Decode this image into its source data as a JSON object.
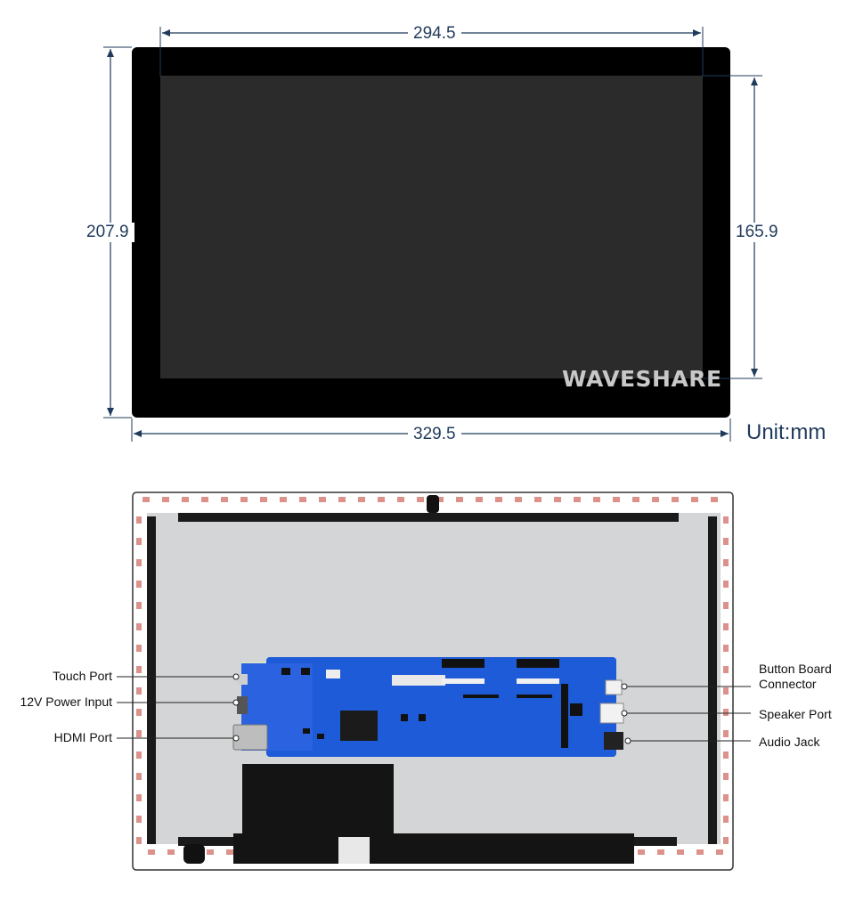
{
  "front_view": {
    "dims": {
      "width_display": "294.5",
      "width_total": "329.5",
      "height_total": "207.9",
      "height_display": "165.9"
    },
    "unit": "Unit:mm",
    "watermark": "WAVESHARE"
  },
  "back_view": {
    "left_labels": [
      "Touch Port",
      "12V Power Input",
      "HDMI Port"
    ],
    "right_labels": [
      "Button Board\nConnector",
      "Speaker Port",
      "Audio Jack"
    ]
  },
  "colors": {
    "dimension": "#1f3a5a",
    "bezel": "#000000",
    "screen": "#2a2a2a",
    "pcb": "#1e5bd8",
    "back_panel": "#d4d6d8",
    "tape_red": "#c0392b"
  }
}
